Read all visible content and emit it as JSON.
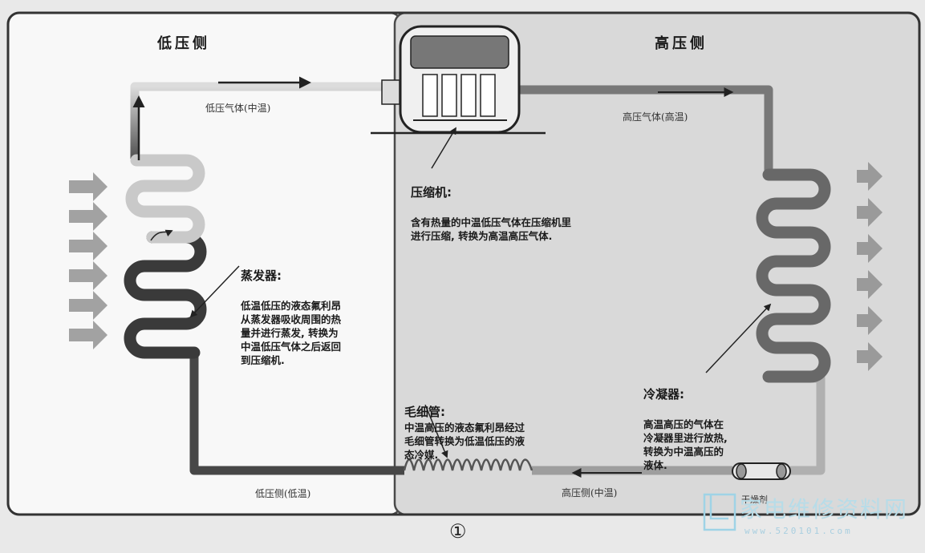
{
  "low_side": {
    "title": "低压侧",
    "gas_label": "低压气体(中温)",
    "bottom_label": "低压侧(低温)"
  },
  "high_side": {
    "title": "高压侧",
    "gas_label": "高压气体(高温)",
    "bottom_label": "高压侧(中温)"
  },
  "compressor": {
    "title": "压缩机:",
    "body": "含有热量的中温低压气体在压缩机里\n进行压缩, 转换为高温高压气体."
  },
  "evaporator": {
    "title": "蒸发器:",
    "body": "低温低压的液态氟利昂\n从蒸发器吸收周围的热\n量并进行蒸发, 转换为\n中温低压气体之后返回\n到压缩机."
  },
  "capillary": {
    "title": "毛细管:",
    "body": "中温高压的液态氟利昂经过\n毛细管转换为低温低压的液\n态冷媒."
  },
  "condenser": {
    "title": "冷凝器:",
    "body": "高温高压的气体在\n冷凝器里进行放热,\n转换为中温高压的\n液体."
  },
  "dryer": {
    "label": "干燥剂"
  },
  "figure_number": "①",
  "watermark": {
    "text": "家电维修资料网",
    "url": "www.520101.com"
  },
  "colors": {
    "low_panel": "#f8f8f8",
    "high_panel": "#d9d9d9",
    "frame": "#4a4a4a",
    "pipe_dark": "#4a4a4a",
    "pipe_light": "#bdbdbd",
    "heat_arrow": "#9a9a9a",
    "watermark": "#9fd3e6"
  }
}
